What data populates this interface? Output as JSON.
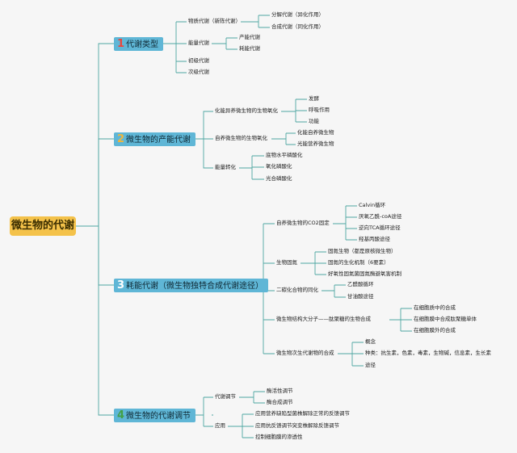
{
  "root": "微生物的代谢",
  "branches": [
    {
      "num": "1",
      "text": "代谢类型"
    },
    {
      "num": "2",
      "text": "微生物的产能代谢"
    },
    {
      "num": "3",
      "text": "耗能代谢（微生物独特合成代谢途径）"
    },
    {
      "num": "4",
      "text": "微生物的代谢调节"
    }
  ],
  "b1": {
    "c1": "物质代谢（新陈代谢）",
    "c1a": "分解代谢（异化作用）",
    "c1b": "合成代谢（同化作用）",
    "c2": "能量代谢",
    "c2a": "产能代谢",
    "c2b": "耗能代谢",
    "c3": "初级代谢",
    "c4": "次级代谢"
  },
  "b2": {
    "c1": "化能异养微生物的生物氧化",
    "c1a": "发酵",
    "c1b": "呼吸作用",
    "c1c": "功能",
    "c2": "自养微生物的生物氧化",
    "c2a": "化能自养微生物",
    "c2b": "光能营养微生物",
    "c3": "能量转化",
    "c3a": "底物水平磷酸化",
    "c3b": "氧化磷酸化",
    "c3c": "光合磷酸化"
  },
  "b3": {
    "c1": "自养微生物的CO2固定",
    "c1a": "Calvin循环",
    "c1b": "厌氧乙酰-coA途径",
    "c1c": "逆向TCA循环途径",
    "c1d": "羟基丙酸途径",
    "c2": "生物固氮",
    "c2a": "固氮生物（都是原核微生物）",
    "c2b": "固氮的生化机制（6要素）",
    "c2c": "好氧性固氮菌固氮酶避氧害机制",
    "c3": "二碳化合物的同化",
    "c3a": "乙醛酸循环",
    "c3b": "甘油酸途径",
    "c4": "微生物结构大分子——肽聚糖的生物合成",
    "c4a": "在细胞质中的合成",
    "c4b": "在细胞膜中合成肽聚糖单体",
    "c4c": "在细胞膜外的合成",
    "c5": "微生物次生代谢物的合成",
    "c5a": "概念",
    "c5b": "种类：抗生素，色素，毒素，生物碱，信息素，生长素",
    "c5c": "途径"
  },
  "b4": {
    "c1": "代谢调节",
    "c1a": "酶活性调节",
    "c1b": "酶合成调节",
    "c2": "应用",
    "c2a": "应用营养缺陷型菌株解除正常的反馈调节",
    "c2b": "应用抗反馈调节突变株解除反馈调节",
    "c2c": "控制细胞膜的渗透性"
  },
  "colors": {
    "root": "#f4c24a",
    "branch": "#5fb6d6",
    "line": "#4ea6a1",
    "background": "#f6f6f6"
  }
}
